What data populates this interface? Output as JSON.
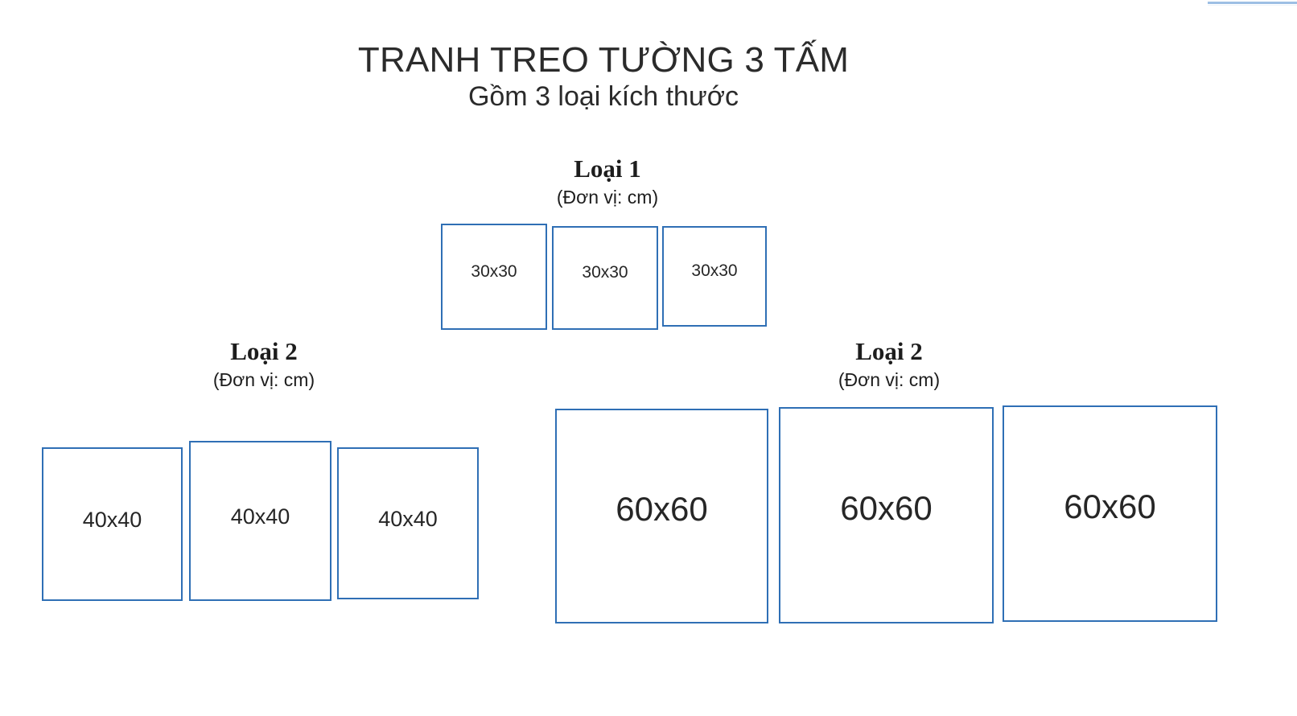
{
  "page": {
    "title": "TRANH TREO TƯỜNG 3 TẤM",
    "subtitle": "Gồm 3 loại kích thước",
    "background_color": "#ffffff",
    "frame_border_color": "#2f6fb5",
    "text_color": "#262626",
    "accent_rule_color": "#9dbfe4"
  },
  "groups": [
    {
      "id": "loai-1",
      "title": "Loại 1",
      "unit": "(Đơn vị: cm)",
      "frames": [
        {
          "label": "30x30"
        },
        {
          "label": "30x30"
        },
        {
          "label": "30x30"
        }
      ]
    },
    {
      "id": "loai-2-left",
      "title": "Loại 2",
      "unit": "(Đơn vị: cm)",
      "frames": [
        {
          "label": "40x40"
        },
        {
          "label": "40x40"
        },
        {
          "label": "40x40"
        }
      ]
    },
    {
      "id": "loai-2-right",
      "title": "Loại 2",
      "unit": "(Đơn vị: cm)",
      "frames": [
        {
          "label": "60x60"
        },
        {
          "label": "60x60"
        },
        {
          "label": "60x60"
        }
      ]
    }
  ]
}
